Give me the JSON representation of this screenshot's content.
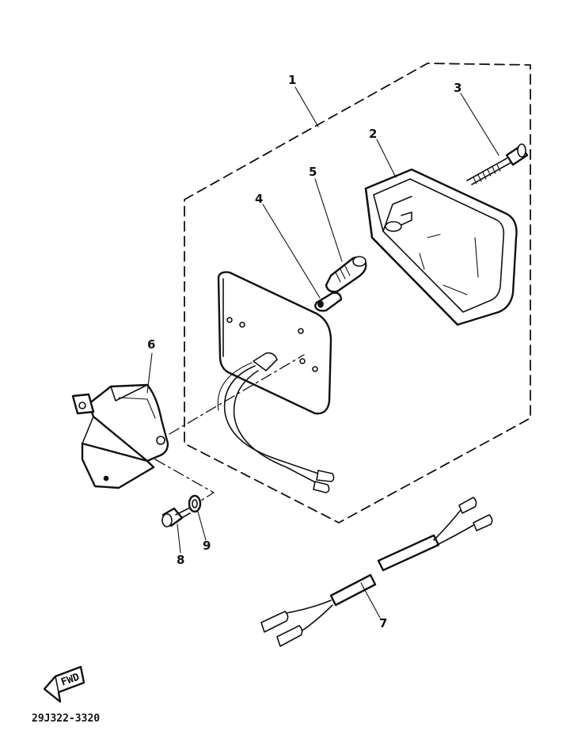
{
  "callouts": {
    "c1": "1",
    "c2": "2",
    "c3": "3",
    "c4": "4",
    "c5": "5",
    "c6": "6",
    "c7": "7",
    "c8": "8",
    "c9": "9"
  },
  "fwd_label": "FWD",
  "part_code": "29J322-3320"
}
